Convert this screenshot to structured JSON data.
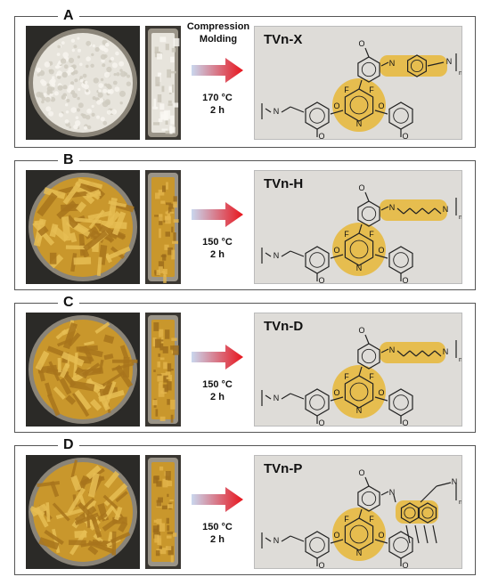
{
  "panels": [
    {
      "label": "A",
      "process": "Compression\nMolding",
      "temperature": "170 °C",
      "time": "2 h",
      "polymer": "TVn-X",
      "pellet": "white",
      "linker": "xylylene"
    },
    {
      "label": "B",
      "process": "",
      "temperature": "150 °C",
      "time": "2 h",
      "polymer": "TVn-H",
      "pellet": "amber",
      "linker": "hexyl"
    },
    {
      "label": "C",
      "process": "",
      "temperature": "150 °C",
      "time": "2 h",
      "polymer": "TVn-D",
      "pellet": "amber",
      "linker": "decyl"
    },
    {
      "label": "D",
      "process": "",
      "temperature": "150 °C",
      "time": "2 h",
      "polymer": "TVn-P",
      "pellet": "amber",
      "linker": "dimer"
    }
  ],
  "labels": {
    "p0_process_line1": "Compression",
    "p0_process_line2": "Molding",
    "n_subscript": "n"
  },
  "atom_labels": {
    "oxygen": "O",
    "nitrogen": "N",
    "fluorine": "F"
  },
  "colors": {
    "highlight": "#e9b21a",
    "arrow_start": "#c9d7ee",
    "arrow_end": "#e8141c",
    "photo_white": "#e7e4dc",
    "photo_amber": "#c9972c"
  }
}
